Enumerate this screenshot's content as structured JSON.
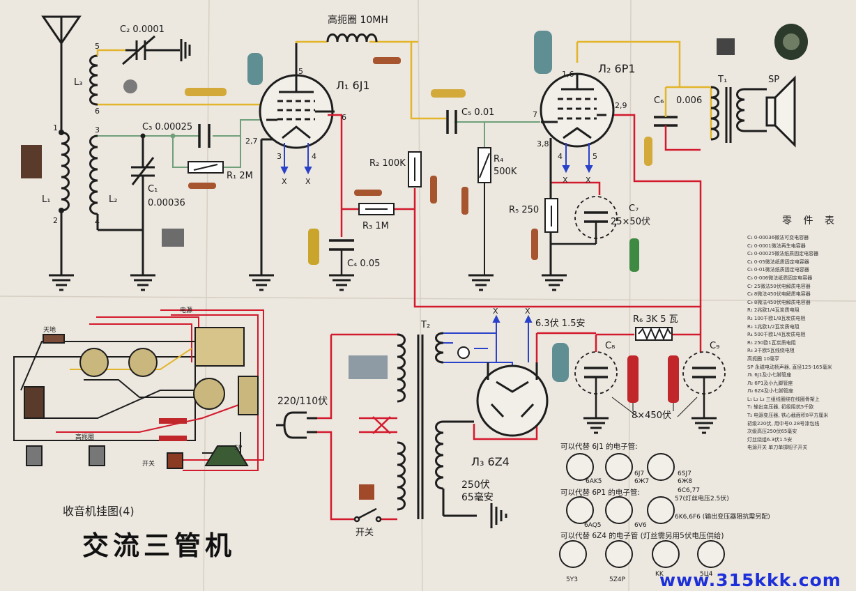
{
  "labels": {
    "hf_choke": "高扼圈 10MH",
    "c2": "C₂ 0.0001",
    "c3": "C₃ 0.00025",
    "c1": "C₁",
    "c1_val": "0.00036",
    "r1": "R₁ 2M",
    "r2": "R₂ 100K",
    "r3": "R₃ 1M",
    "r4": "R₄",
    "r4_val": "500K",
    "r5": "R₅ 250",
    "r6": "R₆ 3K 5 瓦",
    "c4": "C₄ 0.05",
    "c5": "C₅ 0.01",
    "c6": "C₆",
    "c6_val": "0.006",
    "c7": "C₇",
    "c7_val": "25×50伏",
    "c8": "C₈",
    "c9": "C₉",
    "c89_val": "8×450伏",
    "tube1": "Л₁ 6J1",
    "tube2": "Л₂ 6P1",
    "tube3": "Л₃ 6Z4",
    "l1": "L₁",
    "l2": "L₂",
    "l3": "L₃",
    "t1": "T₁",
    "t2": "T₂",
    "sp": "SP",
    "mains": "220/110伏",
    "heater": "6.3伏 1.5安",
    "hv": "250伏",
    "hv2": "65毫安",
    "switch": "开关",
    "pin5a": "5",
    "pin6a": "6",
    "pin3a": "3",
    "pin4a": "4",
    "pin1a": "1",
    "pin2a": "2",
    "tube1_pin5": "5",
    "tube1_pin6": "6",
    "tube1_pin27": "2,7",
    "tube1_pin3": "3",
    "tube1_pin4": "4",
    "tube2_pin16": "1,6",
    "tube2_pin7": "7",
    "tube2_pin29": "2,9",
    "tube2_pin38": "3,8",
    "tube2_pin4": "4",
    "tube2_pin5": "5",
    "x": "X"
  },
  "wiring": {
    "title": "收音机挂图(4)",
    "antenna": "天地",
    "hf_coil": "高扼圈",
    "power": "电源",
    "switch": "开关",
    "sp": "SP"
  },
  "title": "交流三管机",
  "parts_table": {
    "title": "零 件 表",
    "items": [
      "C₁ 0-00036微法可变电容器",
      "C₂ 0-0001微法再生电容器",
      "C₃ 0-00025微法纸质固定电容器",
      "C₄ 0-05微法纸质固定电容器",
      "C₅ 0-01微法纸质固定电容器",
      "C₆ 0-006微法纸质固定电容器",
      "C₇ 25微法50伏电解质电容器",
      "C₈ 8微法450伏电解质电容器",
      "C₉ 8微法450伏电解质电容器",
      "R₁ 2兆欧1/4瓦炭质电阻",
      "R₂ 100千欧1/8瓦炭质电阻",
      "R₃ 1兆欧1/2瓦炭质电阻",
      "R₄ 500千欧1/4瓦炭质电阻",
      "R₅ 250欧1瓦炭质电阻",
      "R₆ 3千欧5瓦线绕电阻",
      "高扼圈   10毫亨",
      "SP 永磁电动扬声器, 直径125-165毫米",
      "Л₁ 6J1及小七脚管座",
      "Л₂ 6P1及小九脚管座",
      "Л₃ 6Z4及小七脚管座",
      "L₁ L₂ L₃ 三组线圈绕在线圈骨架上",
      "T₁ 输出变压器, 初级阻抗5千欧",
      "T₂ 电源变压器, 铁心截面积8平方厘米",
      "初级220伏, 用中号0.28号漆包线",
      "次级高压250伏65毫安",
      "灯丝绕组6.3伏1.5安",
      "电源开关  单刀单掷钮子开关"
    ]
  },
  "substitutes": {
    "h1": "可以代替 6J1 的电子管:",
    "h2": "可以代替 6P1 的电子管:",
    "h3": "可以代替 6Z4 的电子管 (灯丝需另用5伏电压供给)",
    "row1": [
      "6AK5",
      "6J7",
      "6Ж7",
      "6SJ7",
      "6Ж8",
      "6C6,77",
      "57(灯丝电压2.5伏)"
    ],
    "row2": [
      "6AQ5",
      "6V6",
      "6K6,6F6 (输出变压器阻抗需另配)"
    ],
    "row3": [
      "5Y3",
      "5Z4P",
      "KK",
      "5Ц4"
    ]
  },
  "watermark": "www.315kkk.com",
  "colors": {
    "paper": "#ece7df",
    "wire_black": "#1d1d1d",
    "wire_red": "#d3192c",
    "wire_yellow": "#e2b52b",
    "wire_green": "#6fa07a",
    "wire_blue": "#2a42c9",
    "watermark": "#1c2fd8"
  }
}
